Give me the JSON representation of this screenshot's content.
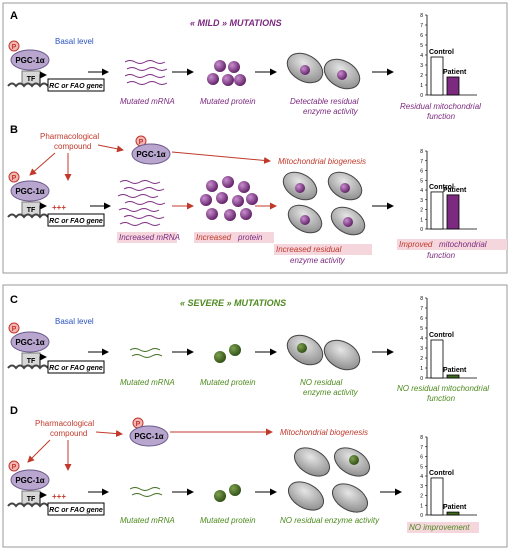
{
  "colors": {
    "mild_purple": "#7b2a7f",
    "severe_green": "#3f6b1f",
    "severe_text": "#4e8a1f",
    "pgc_fill": "#b8a6cf",
    "pgc_stroke": "#6d5a8c",
    "red": "#c0392b",
    "blue_text": "#2a52be",
    "highlight": "#f5d6dd",
    "cell_gray": "#9e9e9e"
  },
  "shared": {
    "p_label": "P",
    "pgc_label": "PGC-1α",
    "tf_label": "TF",
    "gene_label": "RC or FAO gene",
    "pharma_line1": "Pharmacological",
    "pharma_line2": "compound",
    "mito_biogenesis": "Mitochondrial biogenesis",
    "plus_marks": "+++",
    "basal_level": "Basal level",
    "control": "Control",
    "patient": "Patient"
  },
  "panel_a": {
    "letter": "A",
    "title": "« MILD » MUTATIONS",
    "mrna_label": "Mutated mRNA",
    "protein_label": "Mutated protein",
    "activity_line1": "Detectable residual",
    "activity_line2": "enzyme activity",
    "function_line1": "Residual mitochondrial",
    "function_line2": "function"
  },
  "panel_b": {
    "letter": "B",
    "mrna_label": "Increased mRNA",
    "protein_prefix": "Increased",
    "protein_suffix": "protein",
    "activity_line1": "Increased residual",
    "activity_line2": "enzyme activity",
    "function_prefix": "Improved",
    "function_suffix": "mitochondrial",
    "function_line2": "function"
  },
  "panel_c": {
    "letter": "C",
    "title": "« SEVERE » MUTATIONS",
    "mrna_label": "Mutated mRNA",
    "protein_label": "Mutated protein",
    "activity_line1": "NO residual",
    "activity_line2": "enzyme activity",
    "function_line1": "NO residual mitochondrial",
    "function_line2": "function"
  },
  "panel_d": {
    "letter": "D",
    "mrna_label": "Mutated mRNA",
    "protein_label": "Mutated protein",
    "activity_line1": "NO residual enzyme activity",
    "function_line1": "NO improvement"
  },
  "chart_data": [
    {
      "type": "bar",
      "panel": "A",
      "categories": [
        "Control",
        "Patient"
      ],
      "values": [
        3.8,
        1.8
      ],
      "ylim": [
        0,
        8
      ],
      "yticks": [
        0,
        1,
        2,
        3,
        4,
        5,
        6,
        7,
        8
      ]
    },
    {
      "type": "bar",
      "panel": "B",
      "categories": [
        "Control",
        "Patient"
      ],
      "values": [
        3.8,
        3.5
      ],
      "ylim": [
        0,
        8
      ],
      "yticks": [
        0,
        1,
        2,
        3,
        4,
        5,
        6,
        7,
        8
      ]
    },
    {
      "type": "bar",
      "panel": "C",
      "categories": [
        "Control",
        "Patient"
      ],
      "values": [
        3.8,
        0.3
      ],
      "ylim": [
        0,
        8
      ],
      "yticks": [
        0,
        1,
        2,
        3,
        4,
        5,
        6,
        7,
        8
      ]
    },
    {
      "type": "bar",
      "panel": "D",
      "categories": [
        "Control",
        "Patient"
      ],
      "values": [
        3.8,
        0.3
      ],
      "ylim": [
        0,
        8
      ],
      "yticks": [
        0,
        1,
        2,
        3,
        4,
        5,
        6,
        7,
        8
      ]
    }
  ]
}
